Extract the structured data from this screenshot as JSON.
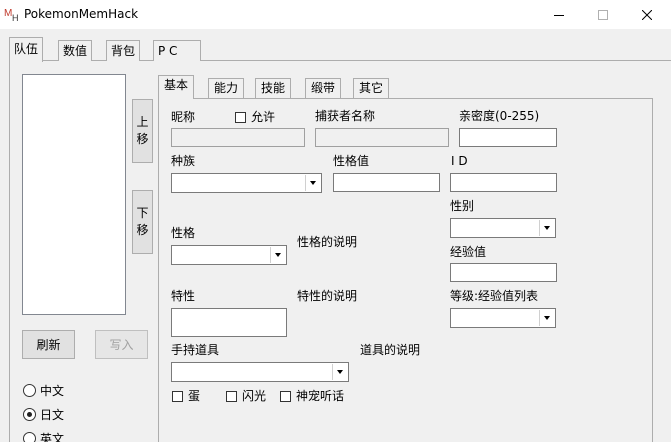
{
  "window": {
    "title": "PokemonMemHack"
  },
  "tabs": [
    {
      "label": "队伍",
      "active": true
    },
    {
      "label": "数值",
      "active": false
    },
    {
      "label": "背包",
      "active": false
    },
    {
      "label": "P C",
      "active": false
    }
  ],
  "left_panel": {
    "move_up_label": [
      "上",
      "移"
    ],
    "move_down_label": [
      "下",
      "移"
    ],
    "refresh_label": "刷新",
    "write_label": "写入",
    "languages": [
      {
        "label": "中文",
        "selected": false
      },
      {
        "label": "日文",
        "selected": true
      },
      {
        "label": "英文",
        "selected": false
      }
    ]
  },
  "inner_tabs": [
    {
      "label": "基本",
      "active": true
    },
    {
      "label": "能力",
      "active": false
    },
    {
      "label": "技能",
      "active": false
    },
    {
      "label": "缎带",
      "active": false
    },
    {
      "label": "其它",
      "active": false
    }
  ],
  "basic": {
    "nickname_label": "昵称",
    "allow_label": "允许",
    "trainer_name_label": "捕获者名称",
    "friendship_label": "亲密度(0-255)",
    "species_label": "种族",
    "personality_value_label": "性格值",
    "id_label": "I D",
    "gender_label": "性别",
    "nature_label": "性格",
    "nature_desc": "性格的说明",
    "exp_label": "经验值",
    "ability_label": "特性",
    "ability_desc": "特性的说明",
    "level_exp_label": "等级:经验值列表",
    "held_item_label": "手持道具",
    "item_desc": "道具的说明",
    "egg_label": "蛋",
    "shiny_label": "闪光",
    "pokerus_label": "神宠听话"
  },
  "colors": {
    "window_bg": "#f0f0f0",
    "titlebar_bg": "#ffffff",
    "icon_red": "#c0392b"
  }
}
